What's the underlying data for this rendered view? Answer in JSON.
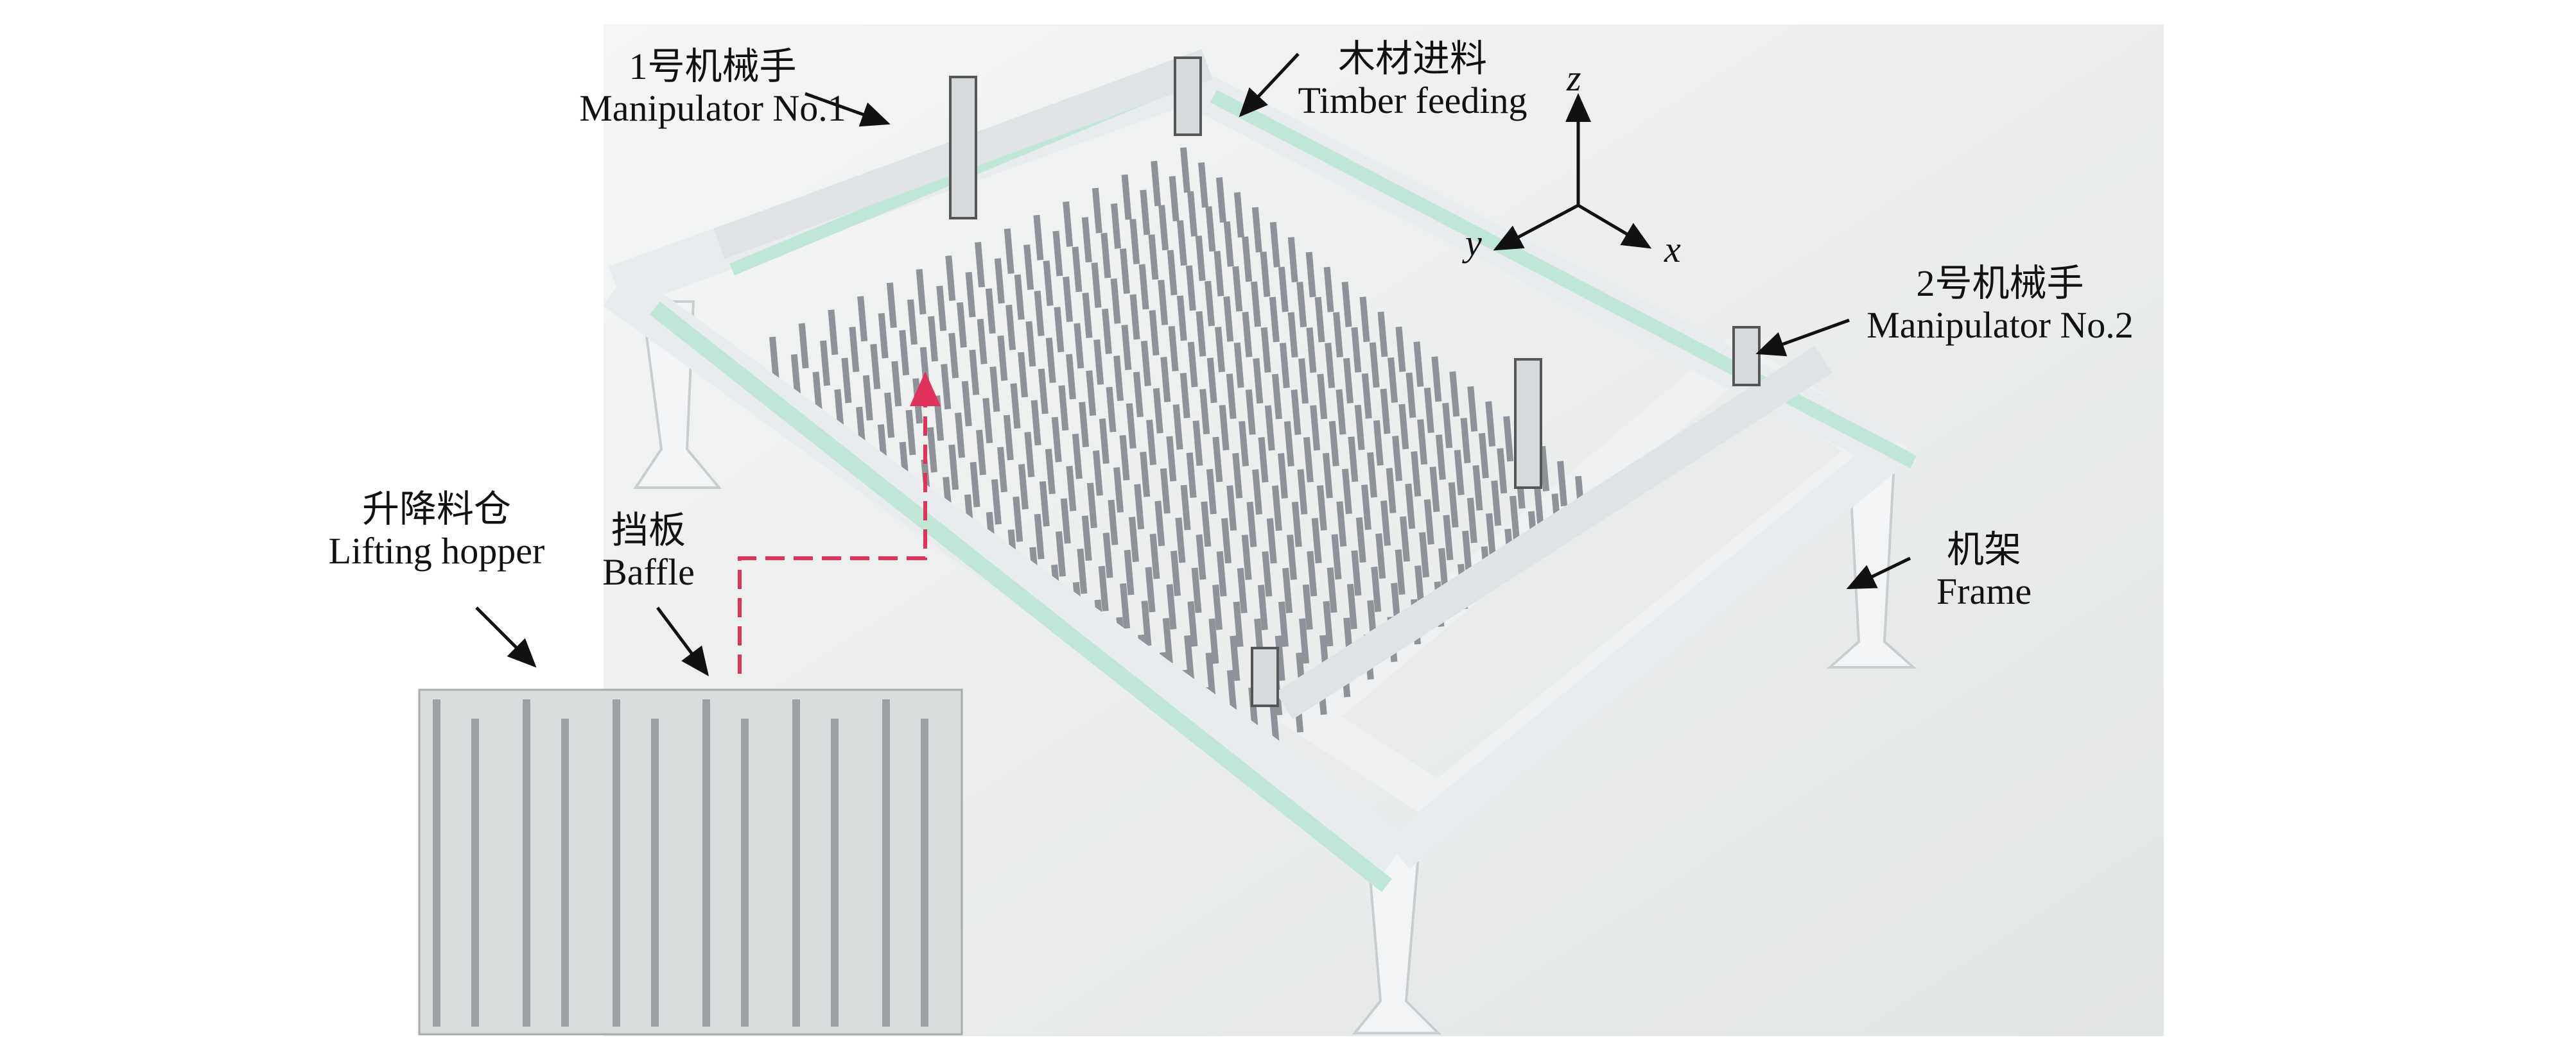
{
  "labels": {
    "manipulator1": {
      "zh": "1号机械手",
      "en": "Manipulator No.1"
    },
    "timber_feeding": {
      "zh": "木材进料",
      "en": "Timber feeding"
    },
    "manipulator2": {
      "zh": "2号机械手",
      "en": "Manipulator No.2"
    },
    "lifting_hopper": {
      "zh": "升降料仓",
      "en": "Lifting hopper"
    },
    "baffle": {
      "zh": "挡板",
      "en": "Baffle"
    },
    "frame": {
      "zh": "机架",
      "en": "Frame"
    }
  },
  "axes": {
    "x": "x",
    "y": "y",
    "z": "z"
  },
  "colors": {
    "rail_green": "#bfe6d6",
    "frame": "#e9ecee",
    "baffle": "#8d9398",
    "callout_red": "#e0325a",
    "background": "#eceeee"
  }
}
